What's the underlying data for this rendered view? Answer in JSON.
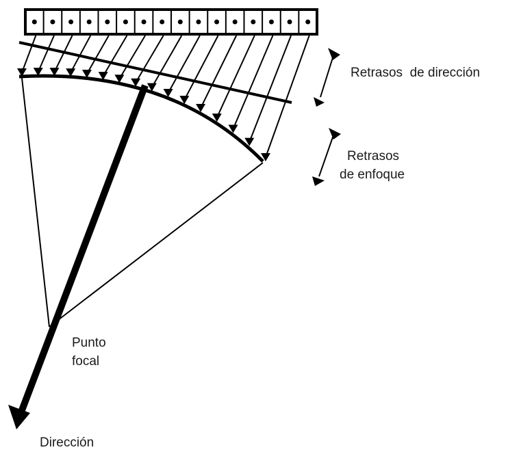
{
  "labels": {
    "steering_delays": "Retrasos  de dirección",
    "focusing_delays_line1": "Retrasos",
    "focusing_delays_line2": "de enfoque",
    "focal_point_line1": "Punto",
    "focal_point_line2": "focal",
    "direction": "Dirección"
  },
  "array": {
    "element_count": 16
  },
  "colors": {
    "ink": "#000000",
    "text": "#1a1a1a",
    "background": "#ffffff"
  }
}
